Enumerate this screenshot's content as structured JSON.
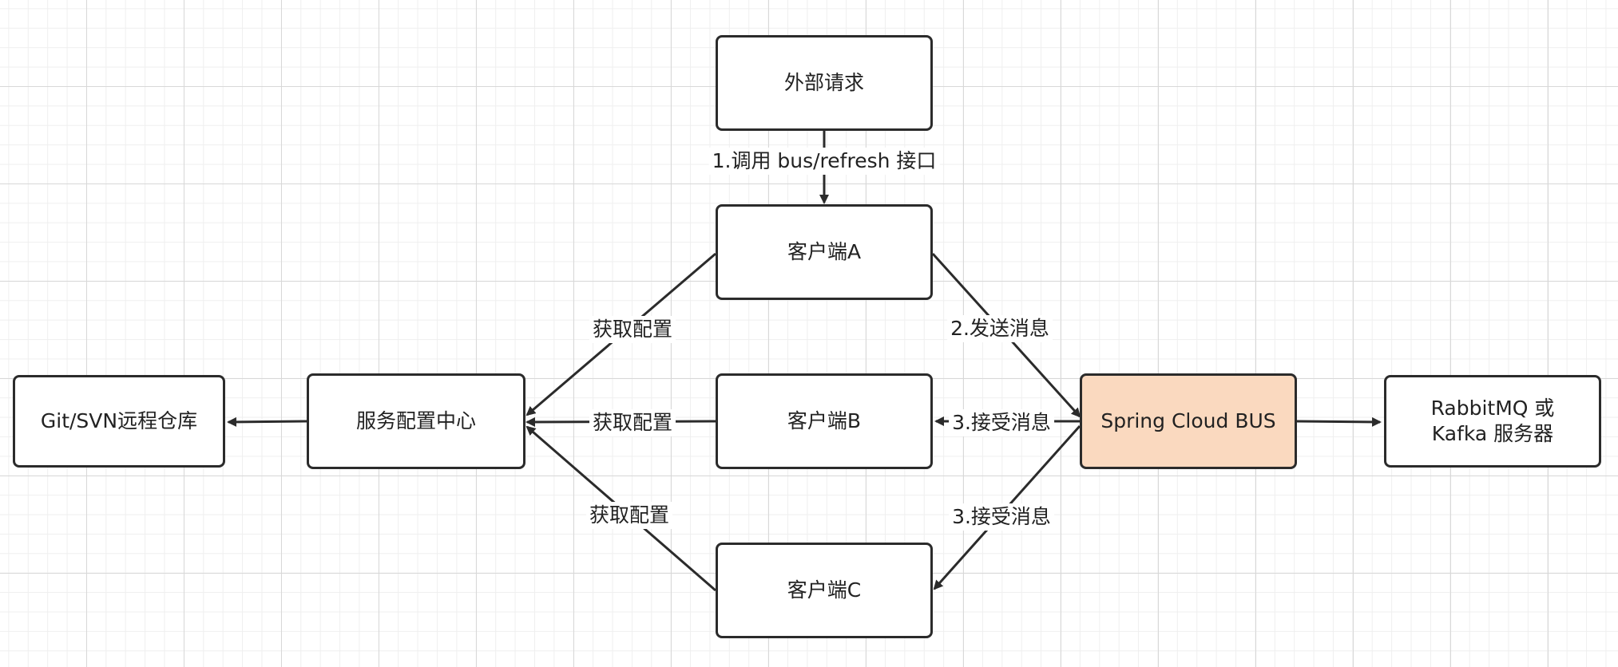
{
  "diagram": {
    "nodes": {
      "external_request": "外部请求",
      "client_a": "客户端A",
      "client_b": "客户端B",
      "client_c": "客户端C",
      "config_center": "服务配置中心",
      "git_repo": "Git/SVN远程仓库",
      "spring_cloud_bus": "Spring Cloud BUS",
      "mq_server": "RabbitMQ 或\nKafka 服务器"
    },
    "edges": {
      "call_refresh": "1.调用 bus/refresh 接口",
      "send_message": "2.发送消息",
      "receive_message_b": "3.接受消息",
      "receive_message_c": "3.接受消息",
      "fetch_config_a": "获取配置",
      "fetch_config_b": "获取配置",
      "fetch_config_c": "获取配置"
    },
    "colors": {
      "stroke": "#2b2b2b",
      "highlight_fill": "#fad9bf"
    }
  }
}
